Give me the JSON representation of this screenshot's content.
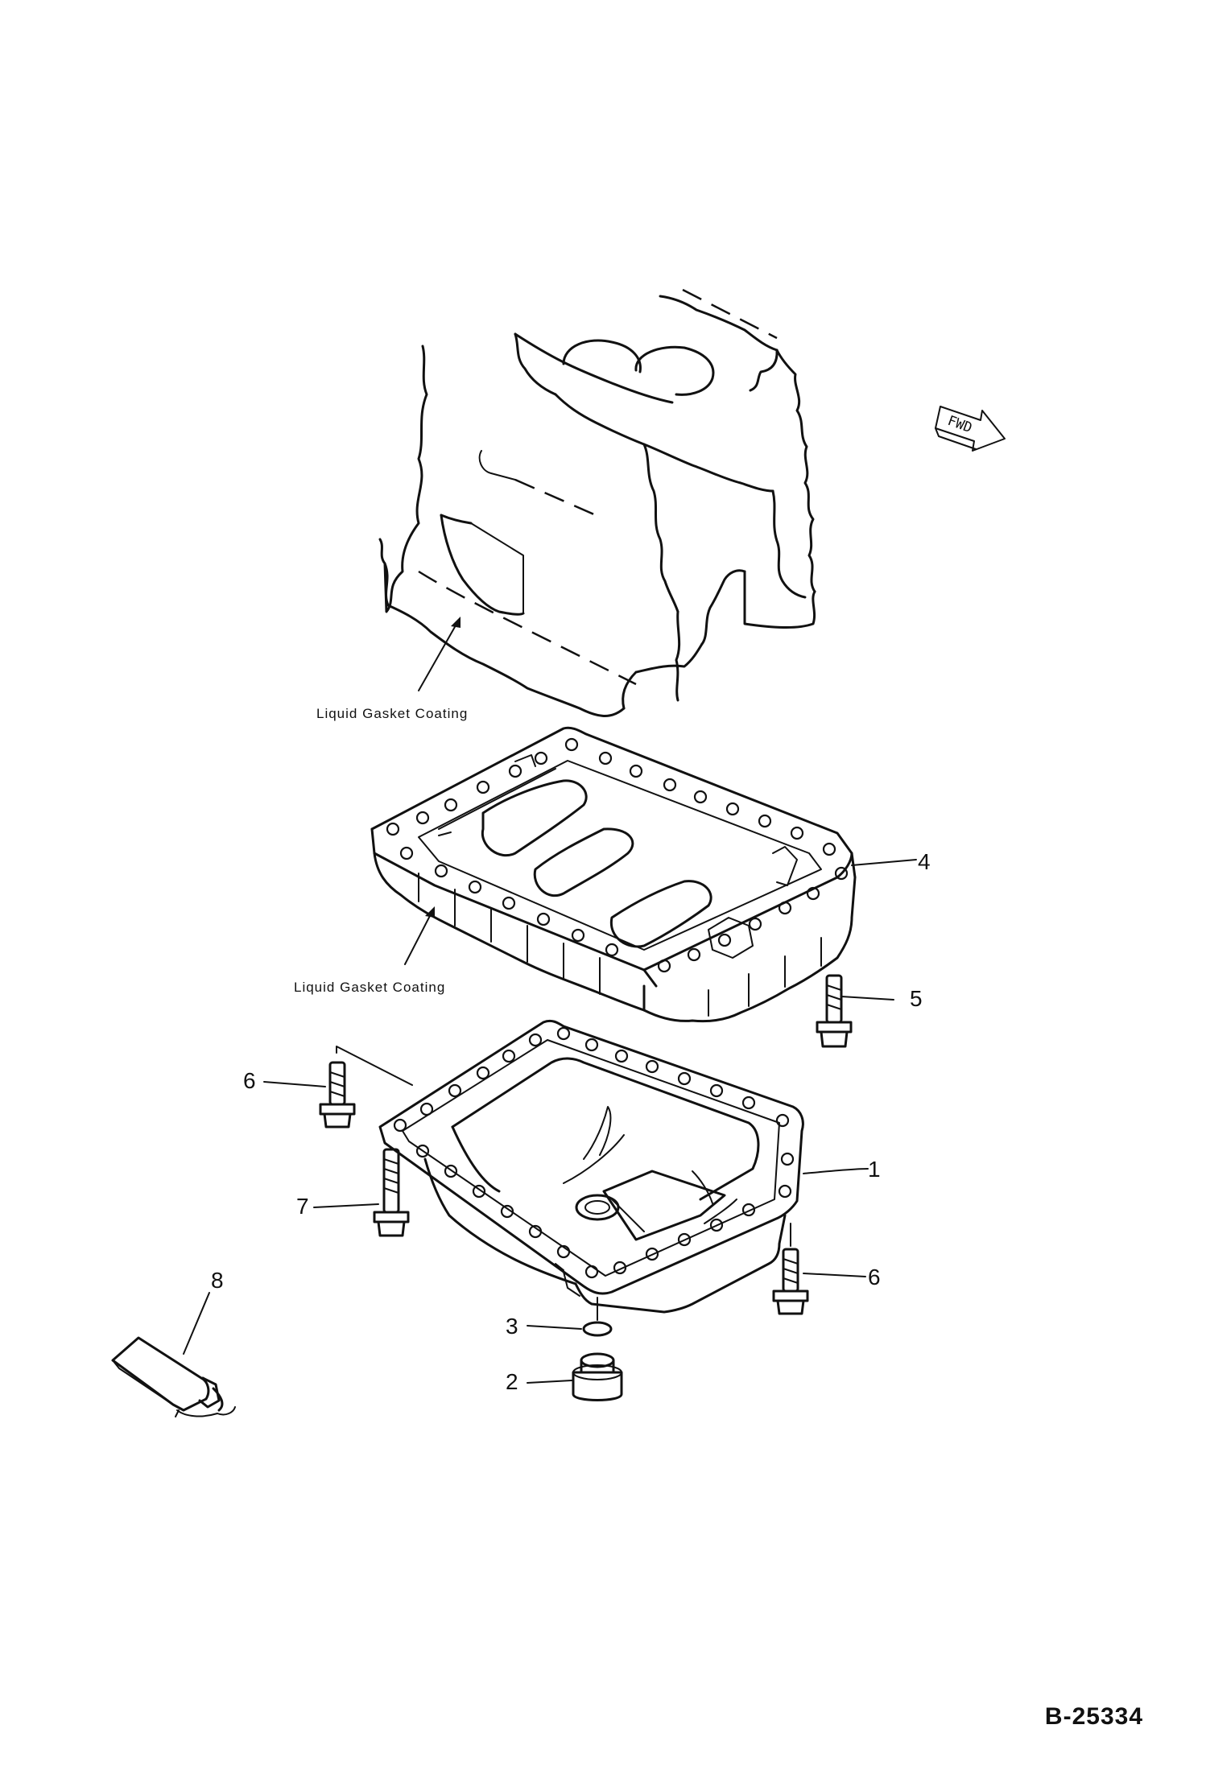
{
  "notes": {
    "upper_gasket": "Liquid Gasket Coating",
    "lower_gasket": "Liquid Gasket Coating"
  },
  "direction_label": "FWD",
  "drawing_reference": "B-25334",
  "callouts": [
    "1",
    "2",
    "3",
    "4",
    "5",
    "6",
    "6",
    "7",
    "8"
  ]
}
